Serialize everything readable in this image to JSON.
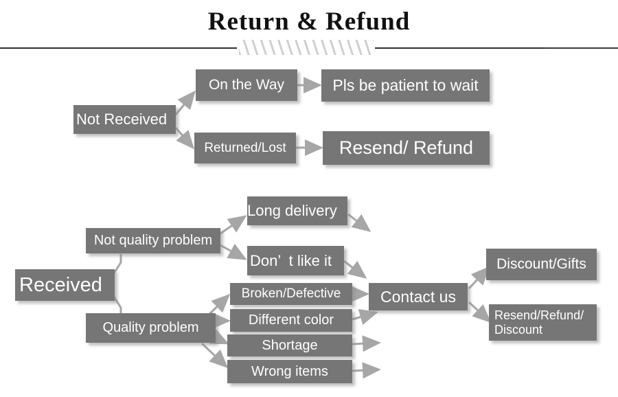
{
  "header": {
    "title": "Return & Refund",
    "divider_icon": "diagonal-hatch-divider"
  },
  "colors": {
    "box_fill": "#767676",
    "box_text": "#ffffff",
    "arrow": "#a6a6a6",
    "title_text": "#111111",
    "rule": "#2e2e2e",
    "hatch": "#cfcfcf",
    "background": "#ffffff"
  },
  "flowchart": {
    "type": "flowchart",
    "branches": [
      {
        "id": "not-received",
        "root": "Not Received",
        "nodes": [
          {
            "id": "on-the-way",
            "label": "On the Way",
            "font_size": 21
          },
          {
            "id": "pls-be-patient",
            "label": "Pls be patient to wait",
            "font_size": 23
          },
          {
            "id": "returned-lost",
            "label": "Returned/Lost",
            "font_size": 19
          },
          {
            "id": "resend-refund",
            "label": "Resend/ Refund",
            "font_size": 27
          }
        ]
      },
      {
        "id": "received",
        "root": "Received",
        "nodes": [
          {
            "id": "not-quality-problem",
            "label": "Not quality problem",
            "font_size": 20
          },
          {
            "id": "quality-problem",
            "label": "Quality problem",
            "font_size": 20
          },
          {
            "id": "long-delivery",
            "label": "Long delivery",
            "font_size": 22
          },
          {
            "id": "dont-like-it",
            "label": "Don’  t like it",
            "font_size": 22
          },
          {
            "id": "broken-defective",
            "label": "Broken/Defective",
            "font_size": 19
          },
          {
            "id": "different-color",
            "label": "Different color",
            "font_size": 20
          },
          {
            "id": "shortage",
            "label": "Shortage",
            "font_size": 20
          },
          {
            "id": "wrong-items",
            "label": "Wrong items",
            "font_size": 20
          },
          {
            "id": "contact-us",
            "label": "Contact us",
            "font_size": 23
          },
          {
            "id": "discount-gifts",
            "label": "Discount/Gifts",
            "font_size": 21
          },
          {
            "id": "resend-refund-discount",
            "label": "Resend/Refund/\nDiscount",
            "font_size": 18
          }
        ]
      }
    ],
    "edges": [
      {
        "from": "Not Received",
        "to": "On the Way",
        "arrow": true
      },
      {
        "from": "Not Received",
        "to": "Returned/Lost",
        "arrow": true
      },
      {
        "from": "On the Way",
        "to": "Pls be patient to wait",
        "arrow": true
      },
      {
        "from": "Returned/Lost",
        "to": "Resend/ Refund",
        "arrow": true
      },
      {
        "from": "Received",
        "to": "Not quality problem",
        "arrow": false
      },
      {
        "from": "Received",
        "to": "Quality problem",
        "arrow": false
      },
      {
        "from": "Not quality problem",
        "to": "Long delivery",
        "arrow": true
      },
      {
        "from": "Not quality problem",
        "to": "Don’  t like it",
        "arrow": true
      },
      {
        "from": "Quality problem",
        "to": "Broken/Defective",
        "arrow": true
      },
      {
        "from": "Quality problem",
        "to": "Different color",
        "arrow": true
      },
      {
        "from": "Quality problem",
        "to": "Shortage",
        "arrow": true
      },
      {
        "from": "Quality problem",
        "to": "Wrong items",
        "arrow": true
      },
      {
        "from": "Long delivery",
        "to": "Contact us",
        "arrow": true
      },
      {
        "from": "Don’  t like it",
        "to": "Contact us",
        "arrow": true
      },
      {
        "from": "Broken/Defective",
        "to": "Contact us",
        "arrow": true
      },
      {
        "from": "Different color",
        "to": "Contact us",
        "arrow": true
      },
      {
        "from": "Shortage",
        "to": "Contact us",
        "arrow": true
      },
      {
        "from": "Wrong items",
        "to": "Contact us",
        "arrow": true
      },
      {
        "from": "Contact us",
        "to": "Discount/Gifts",
        "arrow": true
      },
      {
        "from": "Contact us",
        "to": "Resend/Refund/ Discount",
        "arrow": true
      }
    ],
    "labels": {
      "not_received": "Not Received",
      "on_the_way": "On the Way",
      "pls_be_patient": "Pls be patient to wait",
      "returned_lost": "Returned/Lost",
      "resend_refund": "Resend/ Refund",
      "received": "Received",
      "not_quality_problem": "Not quality problem",
      "quality_problem": "Quality problem",
      "long_delivery": "Long delivery",
      "dont_like_it": "Don’  t like it",
      "broken_defective": "Broken/Defective",
      "different_color": "Different color",
      "shortage": "Shortage",
      "wrong_items": "Wrong items",
      "contact_us": "Contact us",
      "discount_gifts": "Discount/Gifts",
      "resend_refund_discount": "Resend/Refund/\nDiscount"
    }
  }
}
